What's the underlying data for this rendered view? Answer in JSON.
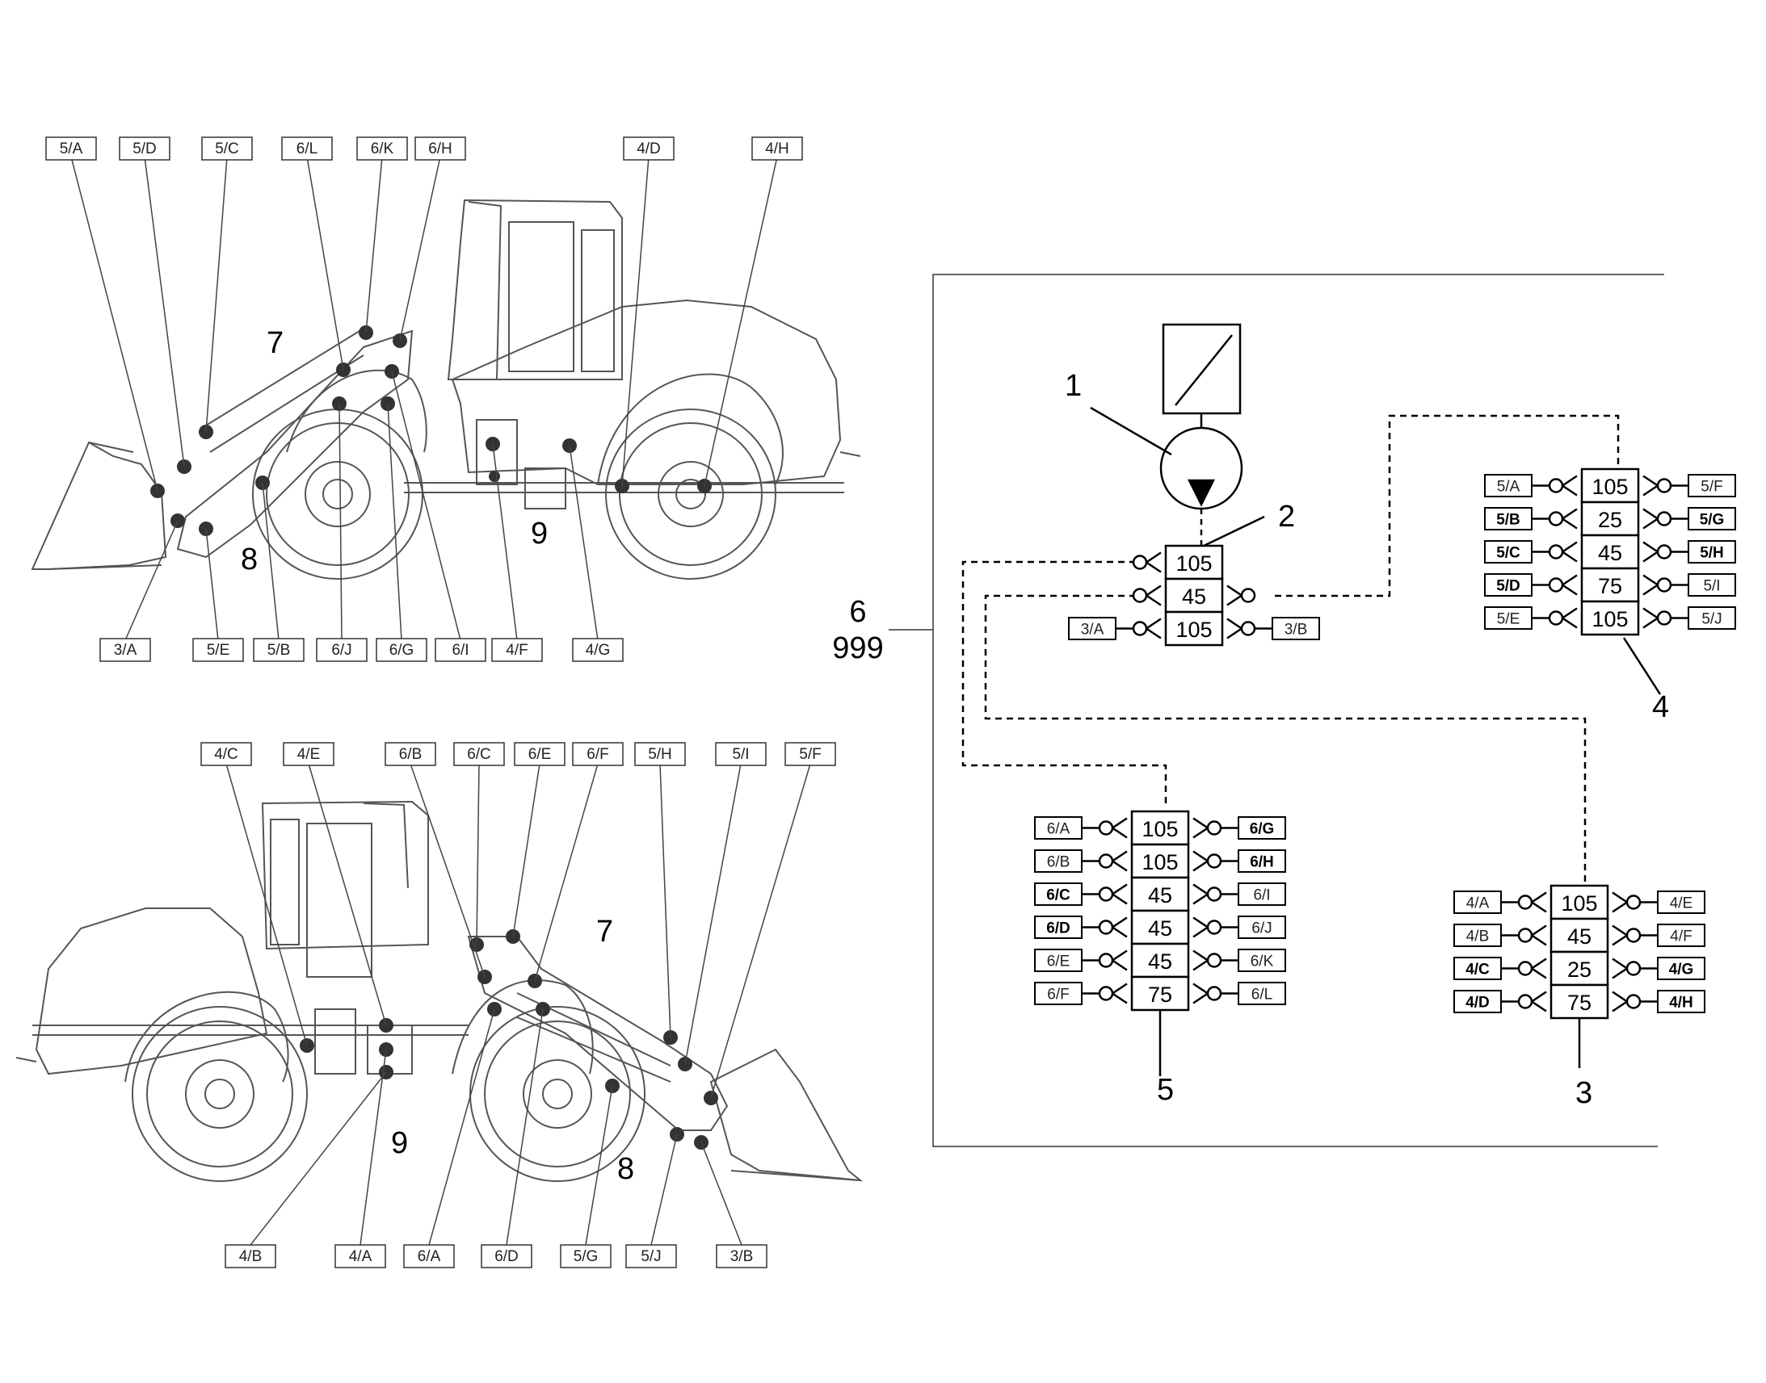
{
  "top_loader": {
    "top_labels": [
      "5/A",
      "5/D",
      "5/C",
      "6/L",
      "6/K",
      "6/H",
      "4/D",
      "4/H"
    ],
    "bottom_labels": [
      "3/A",
      "5/E",
      "5/B",
      "6/J",
      "6/G",
      "6/I",
      "4/F",
      "4/G"
    ],
    "zone_numbers": [
      "7",
      "8",
      "9"
    ]
  },
  "bottom_loader": {
    "top_labels": [
      "4/C",
      "4/E",
      "6/B",
      "6/C",
      "6/E",
      "6/F",
      "5/H",
      "5/I",
      "5/F"
    ],
    "bottom_labels": [
      "4/B",
      "4/A",
      "6/A",
      "6/D",
      "5/G",
      "5/J",
      "3/B"
    ],
    "zone_numbers": [
      "7",
      "8",
      "9"
    ]
  },
  "schematic": {
    "frame_label_line1": "6",
    "frame_label_line2": "999",
    "pump_number": "1",
    "block2": {
      "number": "2",
      "values": [
        "105",
        "45",
        "105"
      ],
      "left_label": "3/A",
      "right_label": "3/B"
    },
    "block4": {
      "number": "4",
      "values": [
        "105",
        "25",
        "45",
        "75",
        "105"
      ],
      "left_labels": [
        "5/A",
        "5/B",
        "5/C",
        "5/D",
        "5/E"
      ],
      "right_labels": [
        "5/F",
        "5/G",
        "5/H",
        "5/I",
        "5/J"
      ]
    },
    "block5": {
      "number": "5",
      "values": [
        "105",
        "105",
        "45",
        "45",
        "45",
        "75"
      ],
      "left_labels": [
        "6/A",
        "6/B",
        "6/C",
        "6/D",
        "6/E",
        "6/F"
      ],
      "right_labels": [
        "6/G",
        "6/H",
        "6/I",
        "6/J",
        "6/K",
        "6/L"
      ]
    },
    "block3": {
      "number": "3",
      "values": [
        "105",
        "45",
        "25",
        "75"
      ],
      "left_labels": [
        "4/A",
        "4/B",
        "4/C",
        "4/D"
      ],
      "right_labels": [
        "4/E",
        "4/F",
        "4/G",
        "4/H"
      ]
    }
  }
}
